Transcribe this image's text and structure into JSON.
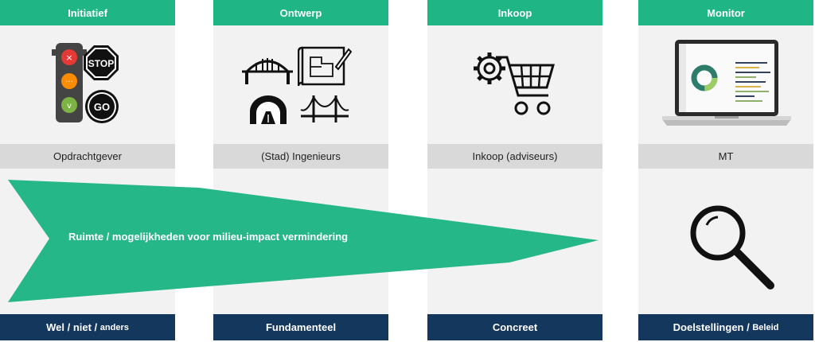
{
  "columns": [
    {
      "title": "Initiatief",
      "role": "Opdrachtgever",
      "footer_main": "Wel / niet / ",
      "footer_small": "anders",
      "icons": [
        "traffic-light-icon",
        "stop-sign-icon",
        "go-sign-icon"
      ]
    },
    {
      "title": "Ontwerp",
      "role": "(Stad) Ingenieurs",
      "footer_main": "Fundamenteel",
      "footer_small": "",
      "icons": [
        "arch-bridge-icon",
        "blueprint-icon",
        "tunnel-icon",
        "suspension-bridge-icon"
      ]
    },
    {
      "title": "Inkoop",
      "role": "Inkoop (adviseurs)",
      "footer_main": "Concreet",
      "footer_small": "",
      "icons": [
        "gear-icon",
        "shopping-cart-icon"
      ]
    },
    {
      "title": "Monitor",
      "role": "MT",
      "footer_main": "Doelstellingen / ",
      "footer_small": "Beleid",
      "icons": [
        "laptop-dashboard-icon",
        "magnifier-icon"
      ]
    }
  ],
  "arrow": {
    "label": "Ruimte / mogelijkheden voor milieu-impact vermindering"
  },
  "colors": {
    "green": "#1fb584",
    "navy": "#14375e",
    "panel": "#f2f2f2",
    "band": "#d9d9d9"
  }
}
